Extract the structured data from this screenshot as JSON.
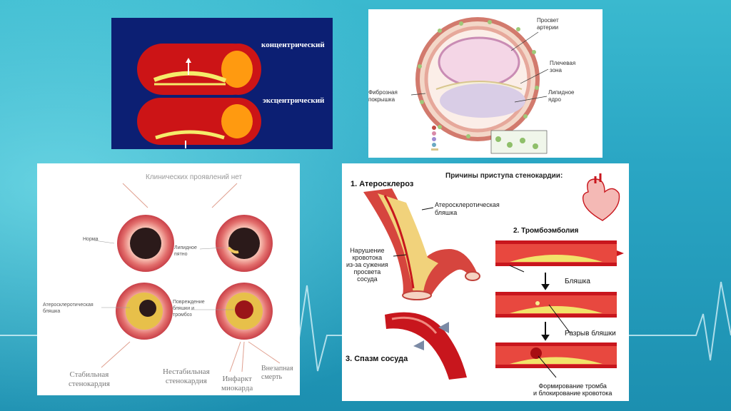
{
  "panel_plaque_types": {
    "label_concentric": "концентрический",
    "label_eccentric": "эксцентрический"
  },
  "panel_artery_section": {
    "label_lumen": "Просвет\nартерии",
    "label_shoulder": "Плечевая\nзона",
    "label_fibrous_cap": "Фиброзная\nпокрышка",
    "label_lipid_core": "Липидное\nядро"
  },
  "panel_progression": {
    "label_no_symptoms": "Клинических проявлений нет",
    "label_norm": "Норма",
    "label_lipid_spot": "Липидное\nпятно",
    "label_atherosclerotic_plaque": "Атеросклеротическая\nбляшка",
    "label_damaged_plaque": "Повреждение\nбляшки и\nтромбоз",
    "label_stable_angina": "Стабильная\nстенокардия",
    "label_unstable_angina": "Нестабильная\nстенокардия",
    "label_mi": "Инфаркт\nмиокарда",
    "label_sudden_death": "Внезапная\nсмерть"
  },
  "panel_angina_causes": {
    "title": "Причины приступа стенокардии:",
    "cause_1": "1. Атеросклероз",
    "cause_2": "2. Тромбоэмболия",
    "cause_3": "3. Спазм сосуда",
    "label_plaque_atherosclerotic": "Атеросклеротическая\nбляшка",
    "label_blood_flow": "Нарушение\nкровотока\nиз-за сужения\nпросвета\nсосуда",
    "label_plaque": "Бляшка",
    "label_rupture": "Разрыв бляшки",
    "label_thrombus": "Формирование тромба\nи блокирование кровотока"
  },
  "colors": {
    "background": "#2aa6c4",
    "artery_red": "#c8161d",
    "plaque_yellow": "#f2e36a",
    "navy": "#0c1f73"
  }
}
